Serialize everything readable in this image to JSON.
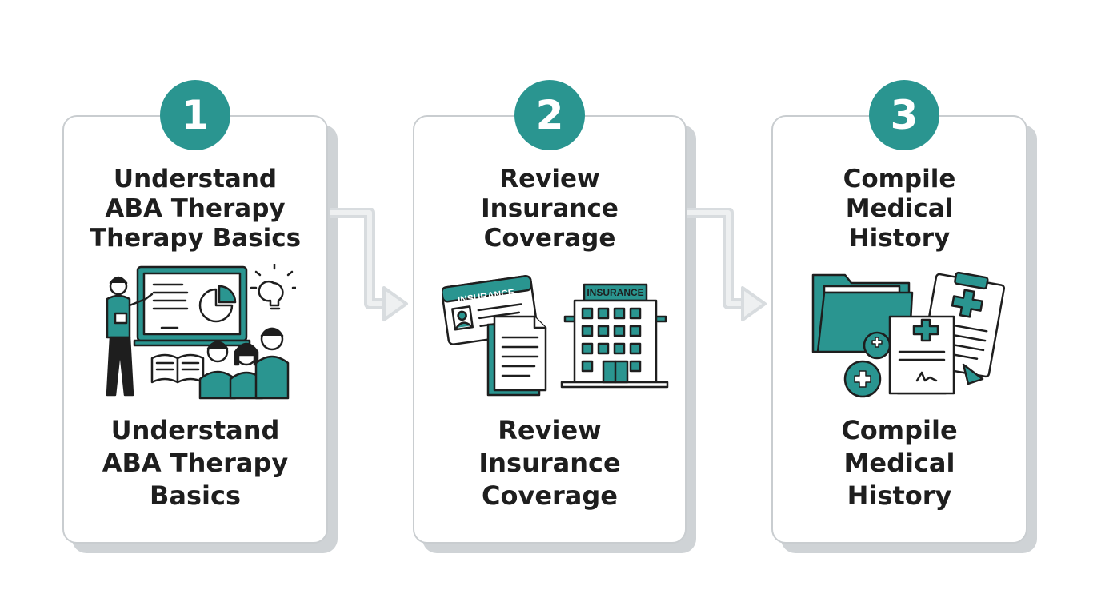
{
  "colors": {
    "accent": "#2a9590",
    "accent_dark": "#1f6f6b",
    "line": "#1e1e1e",
    "connector": "#d8dcdf",
    "card_border": "#c9cdd0"
  },
  "steps": [
    {
      "number": "1",
      "title": "Understand\nABA Therapy\nTherapy Basics",
      "caption": "Understand\nABA Therapy\nBasics",
      "icon": "teacher-presentation-icon"
    },
    {
      "number": "2",
      "title": "Review\nInsurance\nCoverage",
      "caption": "Review\nInsurance\nCoverage",
      "icon": "insurance-card-building-icon",
      "card_label": "INSURANCE",
      "building_label": "INSURANCE"
    },
    {
      "number": "3",
      "title": "Compile\nMedical\nHistory",
      "caption": "Compile\nMedical\nHistory",
      "icon": "medical-records-icon"
    }
  ]
}
